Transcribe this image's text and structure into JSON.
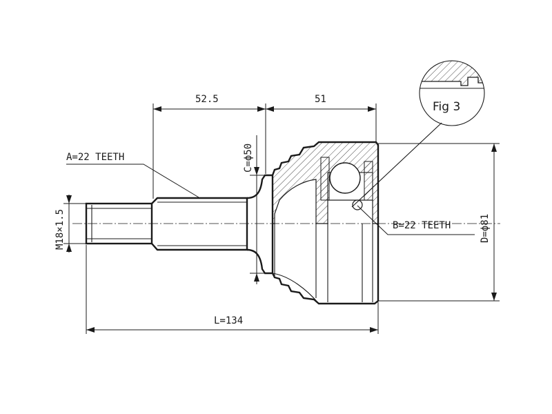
{
  "dimensions": {
    "spline_length": "52.5",
    "bell_length": "51",
    "total_length": "L=134",
    "thread": "M18×1.5",
    "seal_diameter": "C=ϕ50",
    "outer_diameter": "D=ϕ81"
  },
  "callouts": {
    "outer_spline": "A=22 TEETH",
    "inner_spline": "B=22 TEETH",
    "figure": "Fig 3"
  },
  "colors": {
    "ink": "#1a1a1a",
    "paper": "#ffffff"
  }
}
